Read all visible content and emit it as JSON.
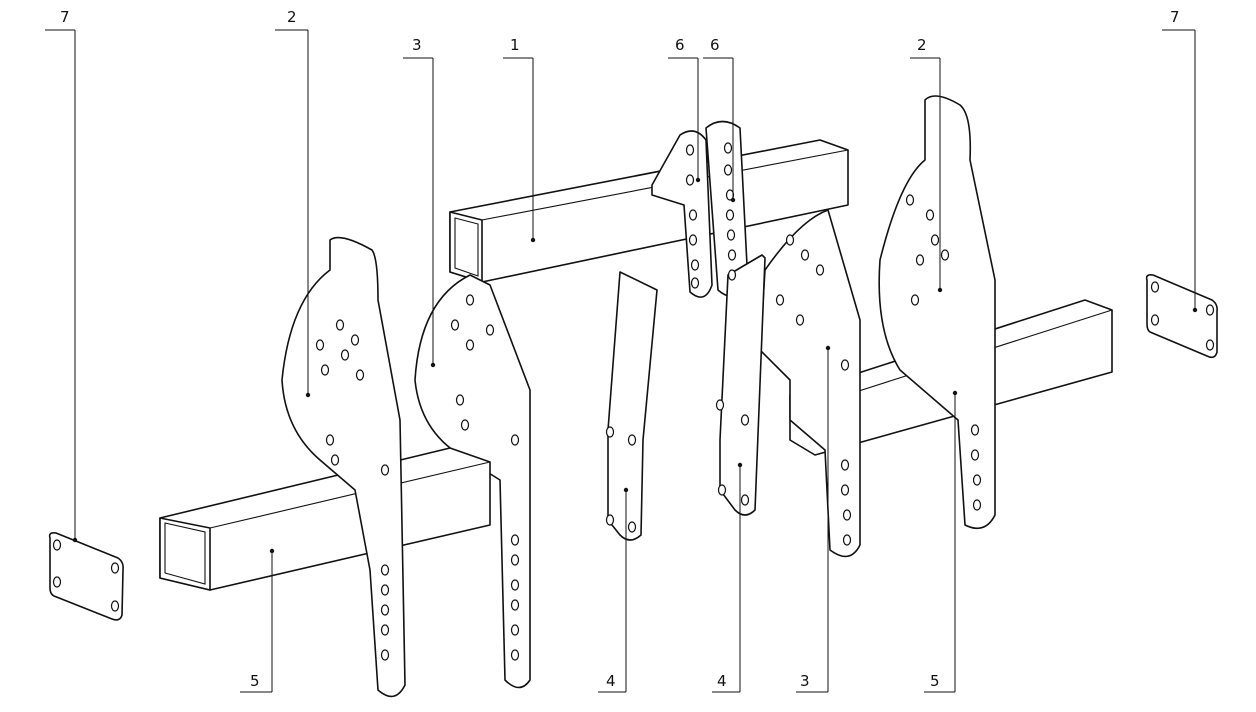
{
  "drawing": {
    "type": "exploded assembly view",
    "callouts": [
      {
        "id": "7-left",
        "label": "7"
      },
      {
        "id": "2-left",
        "label": "2"
      },
      {
        "id": "3-left",
        "label": "3"
      },
      {
        "id": "1",
        "label": "1"
      },
      {
        "id": "6-left",
        "label": "6"
      },
      {
        "id": "6-right",
        "label": "6"
      },
      {
        "id": "2-right",
        "label": "2"
      },
      {
        "id": "7-right",
        "label": "7"
      },
      {
        "id": "5-left",
        "label": "5"
      },
      {
        "id": "4-left",
        "label": "4"
      },
      {
        "id": "4-right",
        "label": "4"
      },
      {
        "id": "3-right",
        "label": "3"
      },
      {
        "id": "5-right",
        "label": "5"
      }
    ]
  }
}
